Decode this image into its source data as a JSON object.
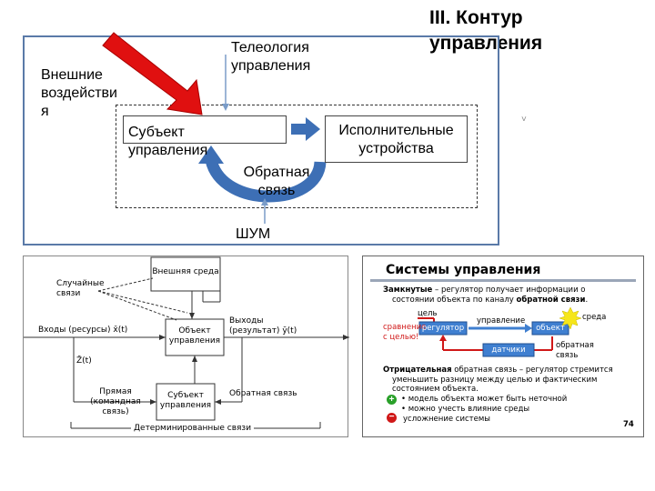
{
  "slide": {
    "title_line1": "III. Контур",
    "title_line2": "управления",
    "right_mark": "˅"
  },
  "top_diagram": {
    "external_influences": [
      "Внешние",
      "воздействи",
      "я"
    ],
    "teleology": [
      "Телеология",
      "управления"
    ],
    "subject_box": [
      "Субъект",
      "управления"
    ],
    "actuators_box": [
      "Исполнительные",
      "устройства"
    ],
    "feedback": [
      "Обратная",
      "связь"
    ],
    "noise": "ШУМ",
    "colors": {
      "frame": "#5a7aa8",
      "red_arrow": "#e01010",
      "blue_arrow": "#3d6fb5"
    }
  },
  "left_diagram": {
    "random_links": [
      "Случайные",
      "связи"
    ],
    "environment": "Внешняя среда",
    "object": [
      "Объект",
      "управления"
    ],
    "subject": [
      "Субъект",
      "управления"
    ],
    "inputs": "Входы (ресурсы)",
    "inputs_symbol": "x̄(t)",
    "outputs": [
      "Выходы",
      "(результат)"
    ],
    "outputs_symbol": "ȳ(t)",
    "z_symbol": "Z̄(t)",
    "direct": [
      "Прямая",
      "(командная связь)"
    ],
    "feedback": "Обратная связь",
    "determined": "Детерминированные связи"
  },
  "right_panel": {
    "title": "Системы управления",
    "closed_bold": "Замкнутые",
    "closed_text_1": " – регулятор получает информации о",
    "closed_text_2": "состоянии объекта по каналу ",
    "closed_text_bold": "обратной связи",
    "closed_text_end": ".",
    "goal": "цель",
    "control": "управление",
    "environment": "среда",
    "compare": [
      "сравнение",
      "с целью!"
    ],
    "regulator": "регулятор",
    "object": "объект",
    "sensors": "датчики",
    "feedback": [
      "обратная",
      "связь"
    ],
    "negative_bold": "Отрицательная",
    "negative_text": [
      " обратная связь – регулятор стремится",
      "уменьшить разницу между целью и фактическим",
      "состоянием объекта."
    ],
    "plus_text": "модель объекта может быть неточной",
    "plus_text2": "можно учесть влияние среды",
    "minus_text": "усложнение системы",
    "page_number": "74",
    "colors": {
      "title_bar": "#9aa6b8",
      "regulator": "#3f7fd0",
      "object": "#3f7fd0",
      "arrow_red": "#d01818",
      "plus": "#2aa02a",
      "minus": "#d01818",
      "sun": "#f6e61a"
    }
  }
}
